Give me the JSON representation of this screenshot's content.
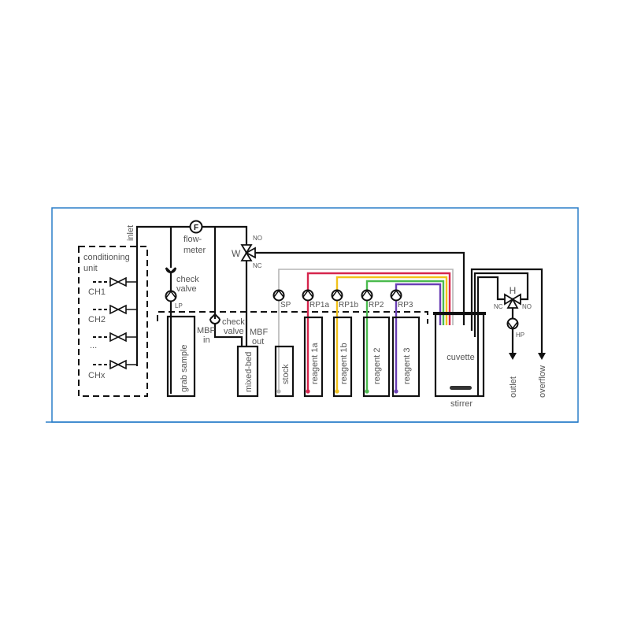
{
  "labels": {
    "inlet": "inlet",
    "conditioning_unit": [
      "conditioning",
      "unit"
    ],
    "channels": [
      "CH1",
      "CH2",
      "...",
      "CHx"
    ],
    "flowmeter_symbol": "F",
    "flowmeter": [
      "flow-",
      "meter"
    ],
    "check_valve_1": [
      "check",
      "valve"
    ],
    "check_valve_2": [
      "check",
      "valve"
    ],
    "lp": "LP",
    "mbf_in": [
      "MBF",
      "in"
    ],
    "mbf_out": [
      "MBF",
      "out"
    ],
    "w_valve": "W",
    "no": "NO",
    "nc": "NC",
    "pumps": [
      "SP",
      "RP1a",
      "RP1b",
      "RP2",
      "RP3"
    ],
    "vessels": [
      "grab sample",
      "mixed-bed",
      "stock",
      "reagent 1a",
      "reagent 1b",
      "reagent 2",
      "reagent 3"
    ],
    "cuvette": "cuvette",
    "stirrer": "stirrer",
    "h_valve": "H",
    "h_nc": "NC",
    "h_no": "NO",
    "hp": "HP",
    "outlet": "outlet",
    "overflow": "overflow"
  },
  "colors": {
    "frame": "#2a7fc9",
    "stock": "#b5b5b5",
    "reagent_1a": "#d6254d",
    "reagent_1b": "#f2c21b",
    "reagent_2": "#4cbb4f",
    "reagent_3": "#6a3fb5"
  }
}
